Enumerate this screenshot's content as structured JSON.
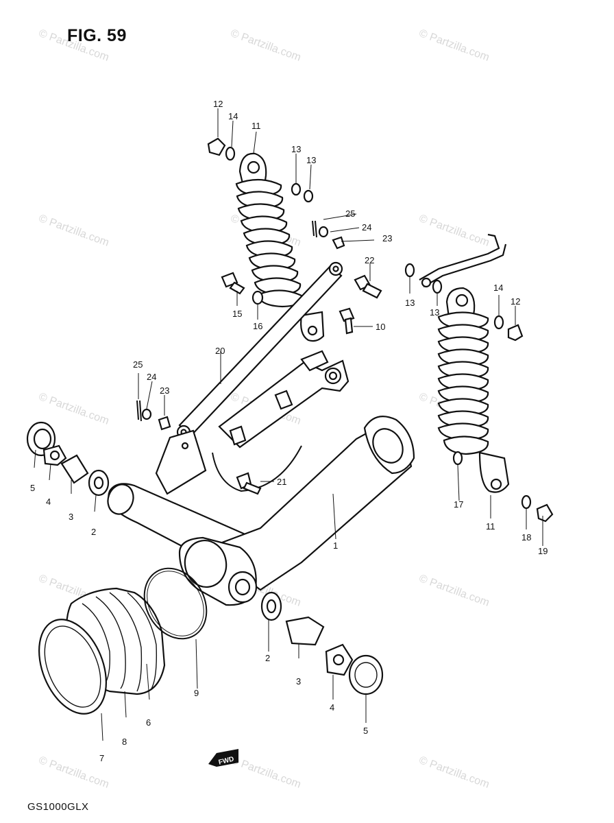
{
  "header": {
    "fig_label": "FIG. 59"
  },
  "footer": {
    "model_code": "GS1000GLX"
  },
  "watermark": {
    "text": "© Partzilla.com"
  },
  "direction_badge": {
    "text": "FWD"
  },
  "callouts": [
    {
      "id": "c12a",
      "label": "12"
    },
    {
      "id": "c14a",
      "label": "14"
    },
    {
      "id": "c11a",
      "label": "11"
    },
    {
      "id": "c13a",
      "label": "13"
    },
    {
      "id": "c13b",
      "label": "13"
    },
    {
      "id": "c25a",
      "label": "25"
    },
    {
      "id": "c24a",
      "label": "24"
    },
    {
      "id": "c23a",
      "label": "23"
    },
    {
      "id": "c22",
      "label": "22"
    },
    {
      "id": "c15",
      "label": "15"
    },
    {
      "id": "c16",
      "label": "16"
    },
    {
      "id": "c10",
      "label": "10"
    },
    {
      "id": "c13c",
      "label": "13"
    },
    {
      "id": "c13d",
      "label": "13"
    },
    {
      "id": "c14b",
      "label": "14"
    },
    {
      "id": "c12b",
      "label": "12"
    },
    {
      "id": "c20",
      "label": "20"
    },
    {
      "id": "c25b",
      "label": "25"
    },
    {
      "id": "c24b",
      "label": "24"
    },
    {
      "id": "c23b",
      "label": "23"
    },
    {
      "id": "c5a",
      "label": "5"
    },
    {
      "id": "c4a",
      "label": "4"
    },
    {
      "id": "c3a",
      "label": "3"
    },
    {
      "id": "c2a",
      "label": "2"
    },
    {
      "id": "c21",
      "label": "21"
    },
    {
      "id": "c1",
      "label": "1"
    },
    {
      "id": "c17",
      "label": "17"
    },
    {
      "id": "c11b",
      "label": "11"
    },
    {
      "id": "c18",
      "label": "18"
    },
    {
      "id": "c19",
      "label": "19"
    },
    {
      "id": "c2b",
      "label": "2"
    },
    {
      "id": "c3b",
      "label": "3"
    },
    {
      "id": "c4b",
      "label": "4"
    },
    {
      "id": "c5b",
      "label": "5"
    },
    {
      "id": "c9",
      "label": "9"
    },
    {
      "id": "c6",
      "label": "6"
    },
    {
      "id": "c8",
      "label": "8"
    },
    {
      "id": "c7",
      "label": "7"
    }
  ]
}
